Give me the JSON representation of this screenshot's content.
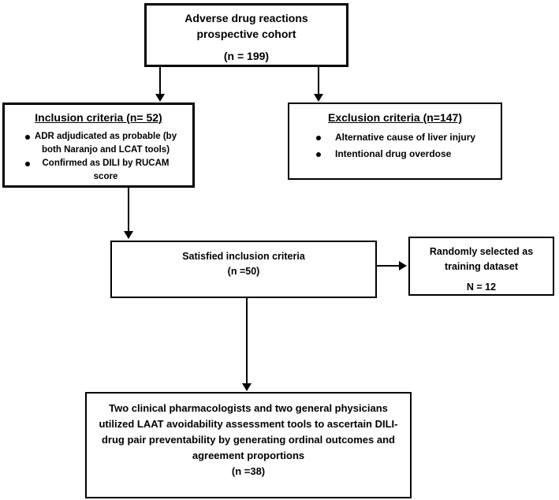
{
  "colors": {
    "background": "#ffffff",
    "line": "#000000",
    "text": "#000000"
  },
  "icons": {
    "bullet": "filled-circle",
    "arrow": "solid-black-arrow"
  },
  "boxes": {
    "cohort": {
      "lines": [
        "Adverse drug reactions",
        "prospective cohort"
      ],
      "count": "(n = 199)"
    },
    "inclusion": {
      "heading": "Inclusion criteria (n= 52)",
      "bullets": [
        {
          "lines": [
            "ADR adjudicated as probable (by",
            "both Naranjo and LCAT tools)"
          ]
        },
        {
          "lines": [
            "Confirmed as DILI by RUCAM",
            "score"
          ]
        }
      ]
    },
    "exclusion": {
      "heading": "Exclusion criteria (n=147)",
      "bullets": [
        "Alternative cause of liver injury",
        "Intentional drug overdose"
      ]
    },
    "satisfied": {
      "lines": [
        "Satisfied inclusion criteria"
      ],
      "count": "(n =50)"
    },
    "training": {
      "lines": [
        "Randomly selected as",
        "training dataset"
      ],
      "count": "N = 12"
    },
    "final": {
      "lines": [
        "Two clinical pharmacologists and two general physicians",
        "utilized LAAT avoidability assessment tools to ascertain DILI-",
        "drug pair preventability by generating ordinal outcomes and",
        "agreement proportions"
      ],
      "count": "(n =38)"
    }
  }
}
